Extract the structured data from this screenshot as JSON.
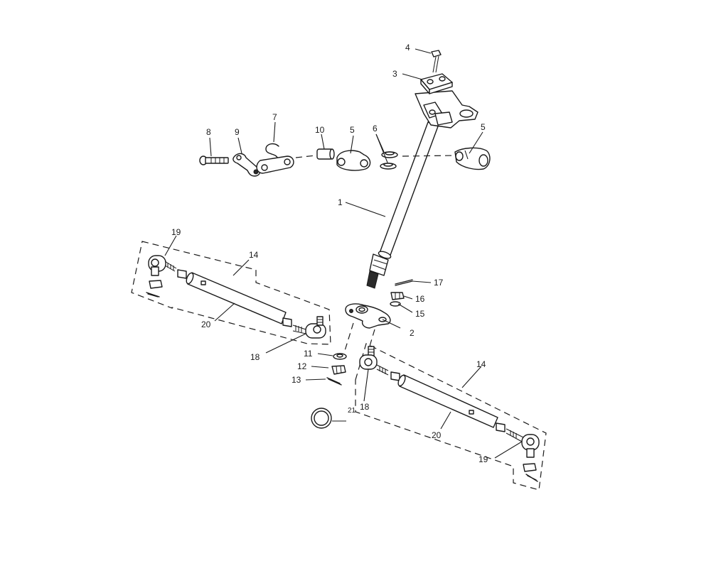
{
  "diagram": {
    "callouts": {
      "c1": "1",
      "c2": "2",
      "c3": "3",
      "c4": "4",
      "c5a": "5",
      "c5b": "5",
      "c6": "6",
      "c7": "7",
      "c8": "8",
      "c9": "9",
      "c10": "10",
      "c11": "11",
      "c12": "12",
      "c13": "13",
      "c14a": "14",
      "c14b": "14",
      "c15": "15",
      "c16": "16",
      "c17": "17",
      "c18a": "18",
      "c18b": "18",
      "c19a": "19",
      "c19b": "19",
      "c20a": "20",
      "c20b": "20",
      "c21": "21"
    }
  }
}
